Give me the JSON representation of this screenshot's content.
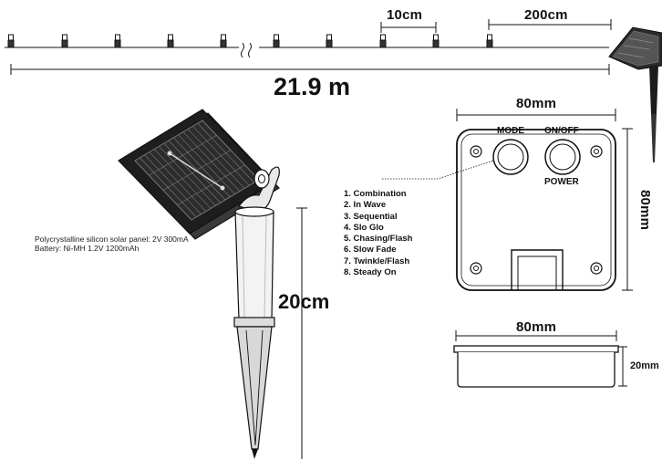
{
  "string": {
    "bulb_spacing_label": "10cm",
    "lead_wire_label": "200cm",
    "total_length_label": "21.9 m",
    "bulb_count_visible": 10
  },
  "solar_panel": {
    "spec_line_1": "Polycrystalline silicon solar panel: 2V 300mA",
    "spec_line_2": "Battery: Ni-MH 1.2V 1200mAh",
    "stake_height_label": "20cm"
  },
  "control_box": {
    "width_label": "80mm",
    "height_label": "80mm",
    "mode_button_label": "MODE",
    "onoff_button_label": "ON/OFF",
    "power_label": "POWER",
    "modes": [
      "1. Combination",
      "2. In Wave",
      "3. Sequential",
      "4. Slo Glo",
      "5. Chasing/Flash",
      "6. Slow Fade",
      "7. Twinkle/Flash",
      "8. Steady On"
    ]
  },
  "side_view": {
    "width_label": "80mm",
    "depth_label": "20mm"
  },
  "colors": {
    "line": "#111111",
    "panel_dark": "#1e1e1e",
    "stake_fill": "#ececec"
  }
}
